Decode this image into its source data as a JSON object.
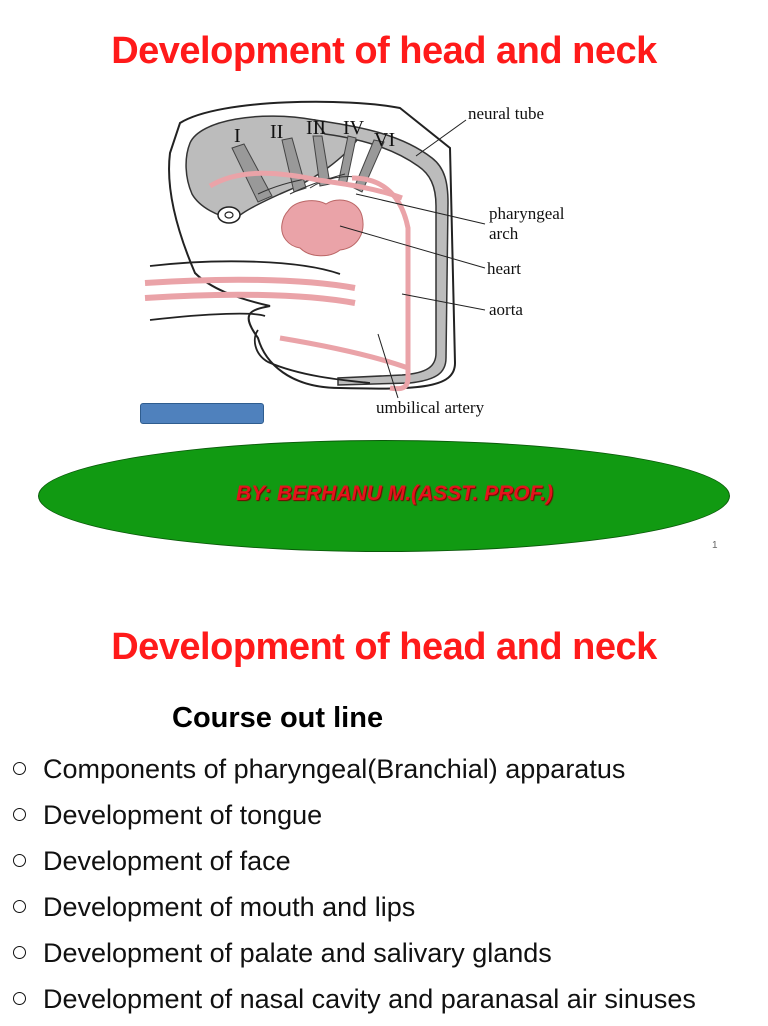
{
  "slide1": {
    "title": "Development of head and neck",
    "figure": {
      "arch_numerals": [
        "I",
        "II",
        "III",
        "IV",
        "VI"
      ],
      "labels": {
        "neural_tube": "neural tube",
        "pharyngeal_arch_line1": "pharyngeal",
        "pharyngeal_arch_line2": "arch",
        "heart": "heart",
        "aorta": "aorta",
        "umbilical_artery": "umbilical artery"
      }
    },
    "author": "BY: BERHANU M.(ASST. PROF.)",
    "page_number": "1",
    "colors": {
      "title": "#ff1a1a",
      "ellipse": "#119a12",
      "author": "#e3141c",
      "box": "#4f81bd"
    }
  },
  "slide2": {
    "title": "Development of head and neck",
    "subheading": "Course out line",
    "outline_items": [
      "Components of pharyngeal(Branchial) apparatus",
      "Development of tongue",
      "Development of face",
      "Development of mouth and lips",
      "Development of palate and salivary glands",
      "Development of nasal cavity and paranasal air sinuses"
    ]
  }
}
